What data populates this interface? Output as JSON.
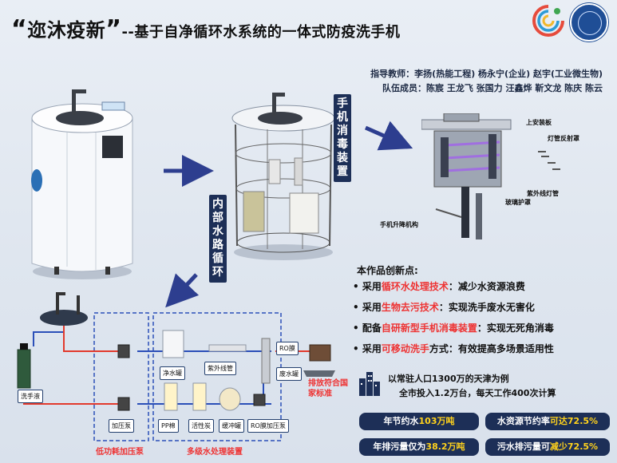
{
  "title": {
    "quote_open": "“",
    "main": "迩沐疫新",
    "quote_close": "”",
    "sub": "--基于自净循环水系统的一体式防疫洗手机"
  },
  "team": {
    "advisors_label": "指导教师：",
    "advisors": "李扬(热能工程)  杨永宁(企业)  赵宇(工业微生物)",
    "members_label": "队伍成员：",
    "members": "陈宸  王龙飞  张国力  汪鑫烨  靳文龙  陈庆  陈云"
  },
  "callouts": {
    "hand_disinfect": "手机消毒装置",
    "internal_water": "内部水路循环"
  },
  "detail_labels": {
    "top_plate": "上安装板",
    "lamp_reflector": "灯管反射罩",
    "uv_lamp": "紫外线灯管",
    "glass_cover": "玻璃护罩",
    "lift_mechanism": "手机升降机构"
  },
  "flow": {
    "hand_soap": "洗手液",
    "booster_pump": "加压泵",
    "low_power_group": "低功耗加压泵",
    "clean_tank": "净水罐",
    "uv_pipe": "紫外线管",
    "ro_membrane": "RO膜",
    "waste_tank": "废水罐",
    "pp_cotton": "PP棉",
    "activated_carbon": "活性炭",
    "buffer_tank": "缓冲罐",
    "ro_booster": "RO膜加压泵",
    "multi_stage_group": "多级水处理装置",
    "discharge": "排放符合国家标准"
  },
  "innovation": {
    "heading": "本作品创新点:",
    "items": [
      {
        "pre": "采用",
        "hl": "循环水处理技术",
        "post": "：减少水资源浪费"
      },
      {
        "pre": "采用",
        "hl": "生物去污技术",
        "post": "：实现洗手废水无害化"
      },
      {
        "pre": "配备",
        "hl": "自研新型手机消毒装置",
        "post": "：实现无死角消毒"
      },
      {
        "pre": "采用",
        "hl": "可移动洗手",
        "post": "方式：有效提高多场景适用性"
      }
    ]
  },
  "basis": {
    "line1": "以常驻人口1300万的天津为例",
    "line2": "全市投入1.2万台，每天工作400次计算"
  },
  "stats": {
    "s1_pre": "年节约水",
    "s1_hl": "103万吨",
    "s2_pre": "水资源节约率",
    "s2_hl": "可达72.5%",
    "s3_pre": "年排污量仅为",
    "s3_hl": "38.2万吨",
    "s4_pre": "污水排污量可",
    "s4_hl": "减少72.5%"
  },
  "colors": {
    "navy": "#1d2f57",
    "red": "#e33333",
    "yellow": "#ffd21c"
  }
}
